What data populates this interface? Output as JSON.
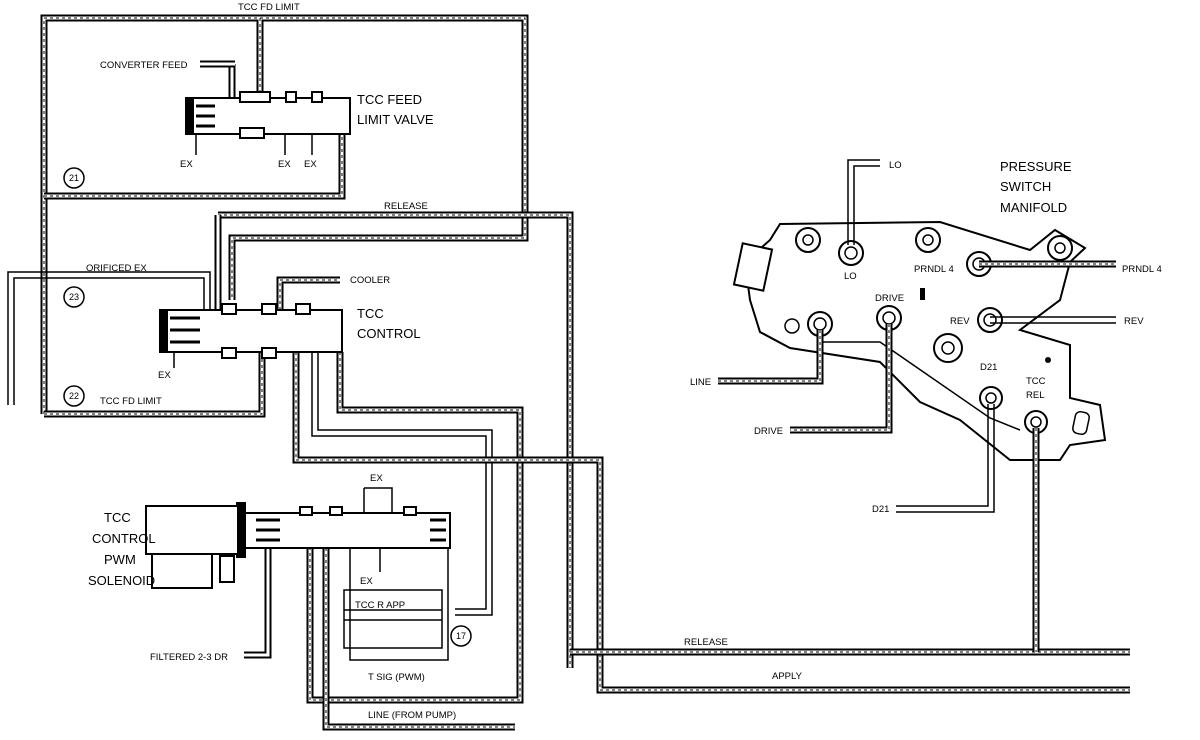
{
  "labels": {
    "tcc_fd_limit_top": "TCC FD LIMIT",
    "converter_feed": "CONVERTER FEED",
    "feed_valve_line1": "TCC FEED",
    "feed_valve_line2": "LIMIT VALVE",
    "ex1": "EX",
    "ex2": "EX",
    "ex3": "EX",
    "release_top": "RELEASE",
    "orificed_ex": "ORIFICED EX",
    "cooler": "COOLER",
    "tcc_control_line1": "TCC",
    "tcc_control_line2": "CONTROL",
    "ex4": "EX",
    "tcc_fd_limit_bottom": "TCC FD LIMIT",
    "solenoid_line1": "TCC",
    "solenoid_line2": "CONTROL",
    "solenoid_line3": "PWM",
    "solenoid_line4": "SOLENOID",
    "ex5": "EX",
    "ex6": "EX",
    "tcc_r_app": "TCC R APP",
    "filtered_2_3_dr": "FILTERED 2-3 DR",
    "t_sig_pwm": "T SIG (PWM)",
    "line_from_pump": "LINE (FROM PUMP)",
    "release_bottom": "RELEASE",
    "apply": "APPLY",
    "manifold_line1": "PRESSURE",
    "manifold_line2": "SWITCH",
    "manifold_line3": "MANIFOLD",
    "lo_top": "LO",
    "lo_port": "LO",
    "prndl4_port": "PRNDL 4",
    "prndl4_out": "PRNDL 4",
    "drive_port": "DRIVE",
    "rev_port": "REV",
    "rev_out": "REV",
    "d21_port": "D21",
    "tcc_rel_line1": "TCC",
    "tcc_rel_line2": "REL",
    "line_in": "LINE",
    "drive_in": "DRIVE",
    "d21_in": "D21"
  },
  "circuit_numbers": {
    "n21": "21",
    "n23": "23",
    "n22": "22",
    "n17": "17"
  }
}
